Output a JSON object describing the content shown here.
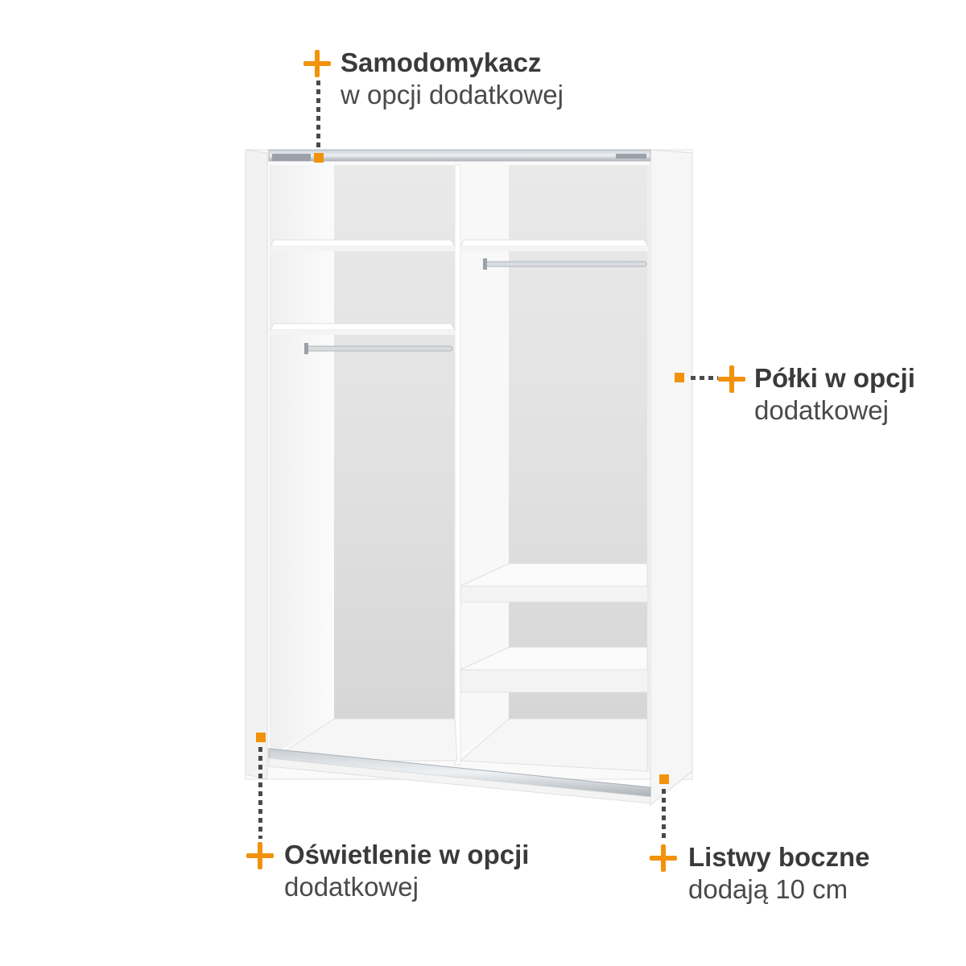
{
  "callouts": {
    "top": {
      "title": "Samodomykacz",
      "subtitle": "w opcji dodatkowej"
    },
    "right": {
      "title": "Półki w opcji",
      "subtitle": "dodatkowej"
    },
    "bottom_left": {
      "title": "Oświetlenie w opcji",
      "subtitle": "dodatkowej"
    },
    "bottom_right": {
      "title": "Listwy boczne",
      "subtitle": "dodają 10 cm"
    }
  },
  "colors": {
    "accent": "#f2920c",
    "text_dark": "#3a3a3a",
    "text_light": "#4a4a4a",
    "interior_back": "#e4e4e4",
    "panel": "#f7f7f7"
  }
}
